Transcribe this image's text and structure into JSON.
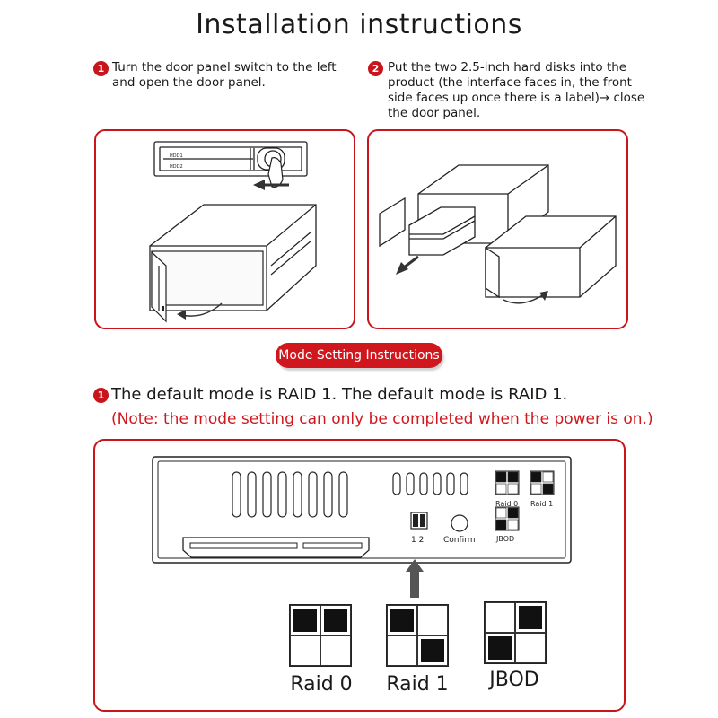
{
  "title": "Installation instructions",
  "steps": [
    {
      "number": "1",
      "text_lines": [
        "Turn the door panel switch to the left",
        "and open the door panel."
      ]
    },
    {
      "number": "2",
      "text_lines": [
        "Put the two 2.5-inch hard disks into the",
        "product (the interface faces in, the front",
        "side faces up once there is a label)→ close",
        "the door panel."
      ]
    }
  ],
  "slot_labels": [
    "HDD1",
    "HDD2"
  ],
  "mode_heading": "Mode Setting Instructions",
  "mode_step": {
    "number": "1",
    "text": "The default mode is RAID 1. The default mode is RAID 1."
  },
  "note": "(Note: the mode setting can only be completed when the power is on.)",
  "rear_panel": {
    "switch_label": "1  2",
    "confirm_label": "Confirm",
    "legend": [
      {
        "label": "Raid 0",
        "cells": [
          1,
          1,
          0,
          0
        ]
      },
      {
        "label": "Raid 1",
        "cells": [
          1,
          0,
          0,
          1
        ]
      },
      {
        "label": "JBOD",
        "cells": [
          0,
          1,
          1,
          0
        ]
      }
    ]
  },
  "modes": [
    {
      "label": "Raid 0",
      "cells": [
        1,
        1,
        0,
        0
      ]
    },
    {
      "label": "Raid 1",
      "cells": [
        1,
        0,
        0,
        1
      ]
    },
    {
      "label": "JBOD",
      "cells": [
        0,
        1,
        1,
        0
      ]
    }
  ],
  "colors": {
    "accent": "#c8141b",
    "text": "#1a1a1a",
    "note": "#d0171e"
  }
}
